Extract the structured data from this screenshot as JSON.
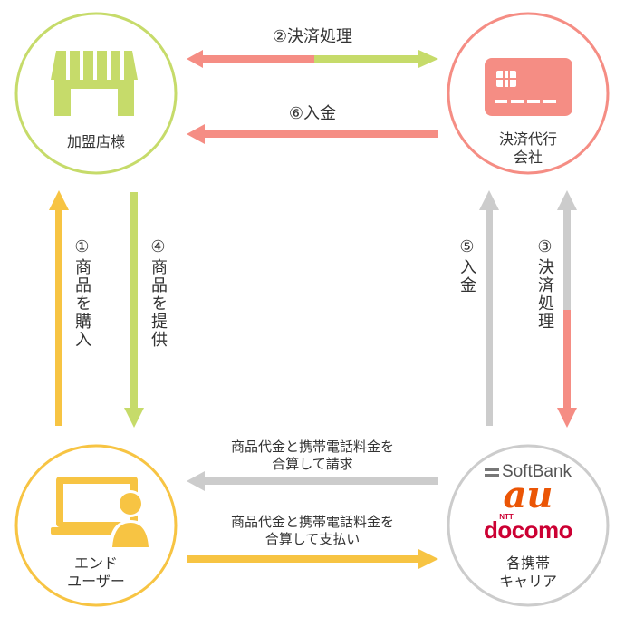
{
  "colors": {
    "merchant": "#c6db6a",
    "card": "#f58d84",
    "user": "#f7c443",
    "carrier": "#cccccc",
    "au": "#eb5505",
    "docomo": "#cc0033",
    "text": "#333333"
  },
  "nodes": {
    "merchant": {
      "label": "加盟店様",
      "icon": "shop-icon"
    },
    "card_company": {
      "label": "決済代行\n会社",
      "icon": "credit-card-icon"
    },
    "end_user": {
      "label": "エンド\nユーザー",
      "icon": "user-computer-icon"
    },
    "carrier": {
      "label": "各携帯\nキャリア",
      "logos": {
        "softbank": "SoftBank",
        "au": "au",
        "docomo_ntt": "NTT",
        "docomo": "docomo"
      }
    }
  },
  "flows": {
    "step1": "①商品を購入",
    "step2": "②決済処理",
    "step3": "③決済処理",
    "step4": "④商品を提供",
    "step5": "⑤入金",
    "step6": "⑥入金",
    "carrier_to_user": "商品代金と携帯電話料金を\n合算して請求",
    "user_to_carrier": "商品代金と携帯電話料金を\n合算して支払い"
  }
}
